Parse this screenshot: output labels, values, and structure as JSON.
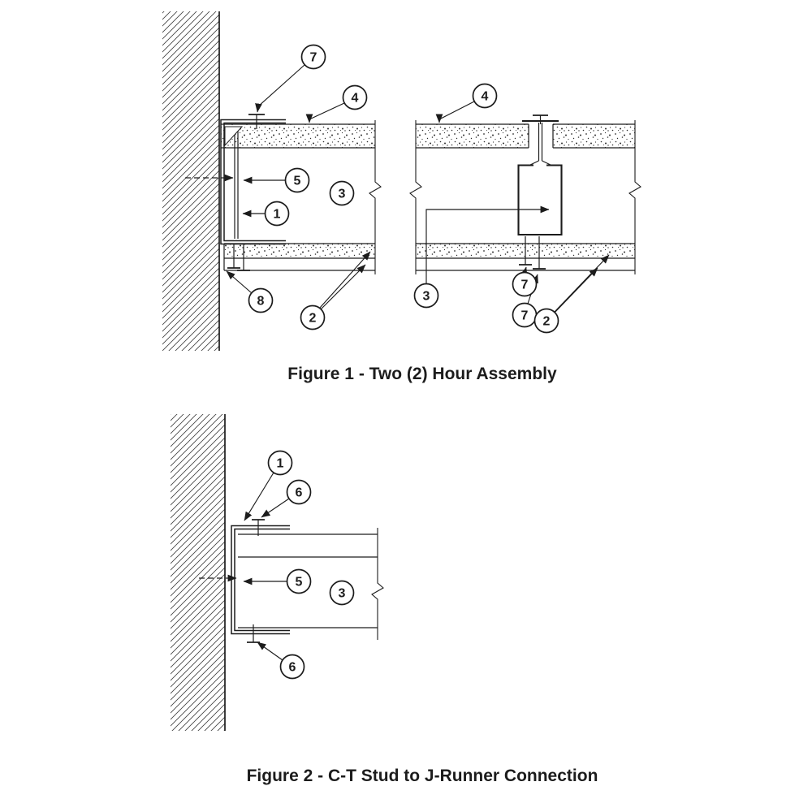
{
  "colors": {
    "ink": "#1c1c1c",
    "paper": "#ffffff"
  },
  "figure1": {
    "caption": "Figure 1 - Two (2) Hour Assembly",
    "callouts": [
      {
        "label": "7"
      },
      {
        "label": "4"
      },
      {
        "label": "4"
      },
      {
        "label": "5"
      },
      {
        "label": "3"
      },
      {
        "label": "1"
      },
      {
        "label": "8"
      },
      {
        "label": "2"
      },
      {
        "label": "3"
      },
      {
        "label": "7"
      },
      {
        "label": "7"
      },
      {
        "label": "2"
      }
    ]
  },
  "figure2": {
    "caption": "Figure 2 - C-T Stud to J-Runner Connection",
    "callouts": [
      {
        "label": "1"
      },
      {
        "label": "6"
      },
      {
        "label": "5"
      },
      {
        "label": "3"
      },
      {
        "label": "6"
      }
    ]
  }
}
